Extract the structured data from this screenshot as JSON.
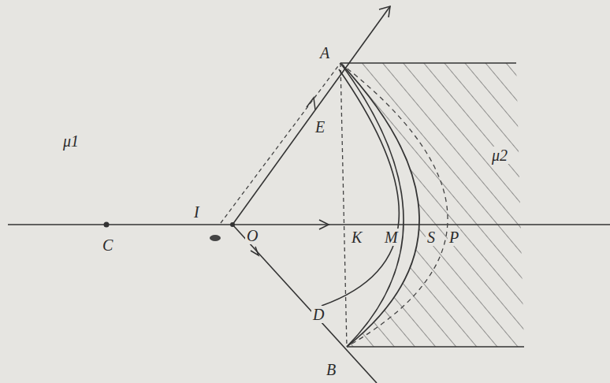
{
  "diagram": {
    "labels": [
      "μ1",
      "μ2",
      "A",
      "E",
      "I",
      "O",
      "C",
      "K",
      "M",
      "S",
      "P",
      "D",
      "B"
    ]
  }
}
